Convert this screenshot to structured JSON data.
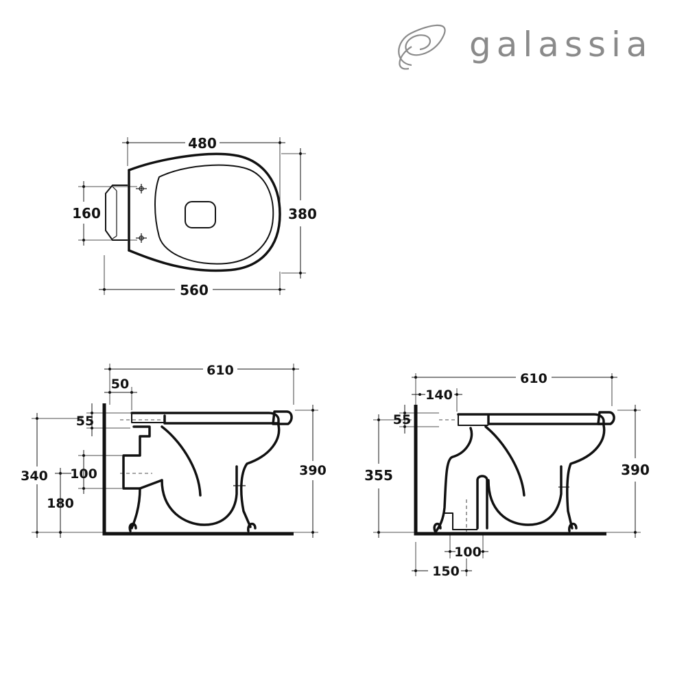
{
  "brand": {
    "name": "galassia",
    "logo_icon": "spiral-logo-icon"
  },
  "top_view": {
    "dim_width_seat": "480",
    "dim_length_total": "560",
    "dim_fixing_distance": "160",
    "dim_depth": "380"
  },
  "side_view_wall_outlet": {
    "dim_length": "610",
    "dim_seat_offset": "50",
    "dim_seat_height_gap": "55",
    "dim_outlet_height": "340",
    "dim_outlet_diameter": "100",
    "dim_outlet_center": "180",
    "dim_total_height": "390"
  },
  "side_view_floor_outlet": {
    "dim_length": "610",
    "dim_seat_offset": "140",
    "dim_seat_height_gap": "55",
    "dim_height": "355",
    "dim_total_height": "390",
    "dim_outlet_diameter": "100",
    "dim_outlet_center": "150"
  }
}
